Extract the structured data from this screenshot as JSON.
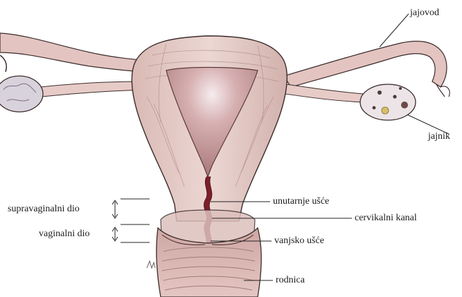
{
  "diagram": {
    "labels": {
      "fallopian_tube": "jajovod",
      "ovary": "jajnik",
      "internal_os": "unutarnje ušće",
      "cervical_canal": "cervikalni kanal",
      "external_os": "vanjsko ušće",
      "vagina": "rodnica",
      "supravaginal_part": "supravaginalni dio",
      "vaginal_part": "vaginalni dio"
    },
    "colors": {
      "tissue": "#e8cfcb",
      "tissue_shadow": "#c9a39f",
      "cavity": "#b98585",
      "canal": "#7a1f2a",
      "ovary": "#d8d2dc",
      "outline": "#3a2a2a",
      "leader": "#222222"
    }
  }
}
